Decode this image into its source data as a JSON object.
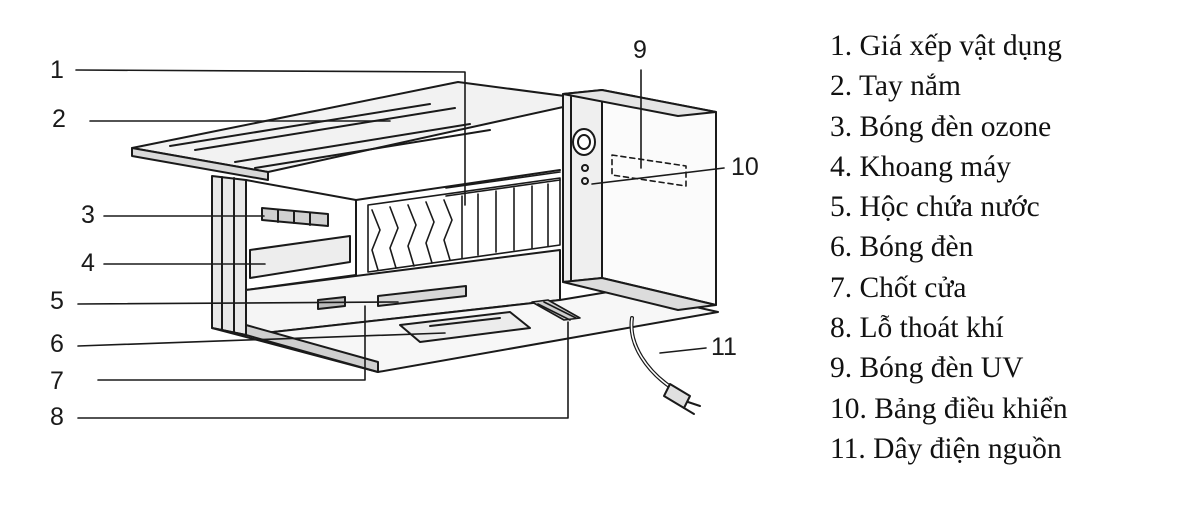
{
  "callouts": [
    "1",
    "2",
    "3",
    "4",
    "5",
    "6",
    "7",
    "8",
    "9",
    "10",
    "11"
  ],
  "legend": [
    "1. Giá xếp vật dụng",
    "2. Tay nắm",
    "3. Bóng đèn ozone",
    "4. Khoang máy",
    "5. Hộc chứa nước",
    "6. Bóng đèn",
    "7. Chốt cửa",
    "8. Lỗ thoát khí",
    "9. Bóng đèn UV",
    "10. Bảng điều khiển",
    "11. Dây điện nguồn"
  ]
}
